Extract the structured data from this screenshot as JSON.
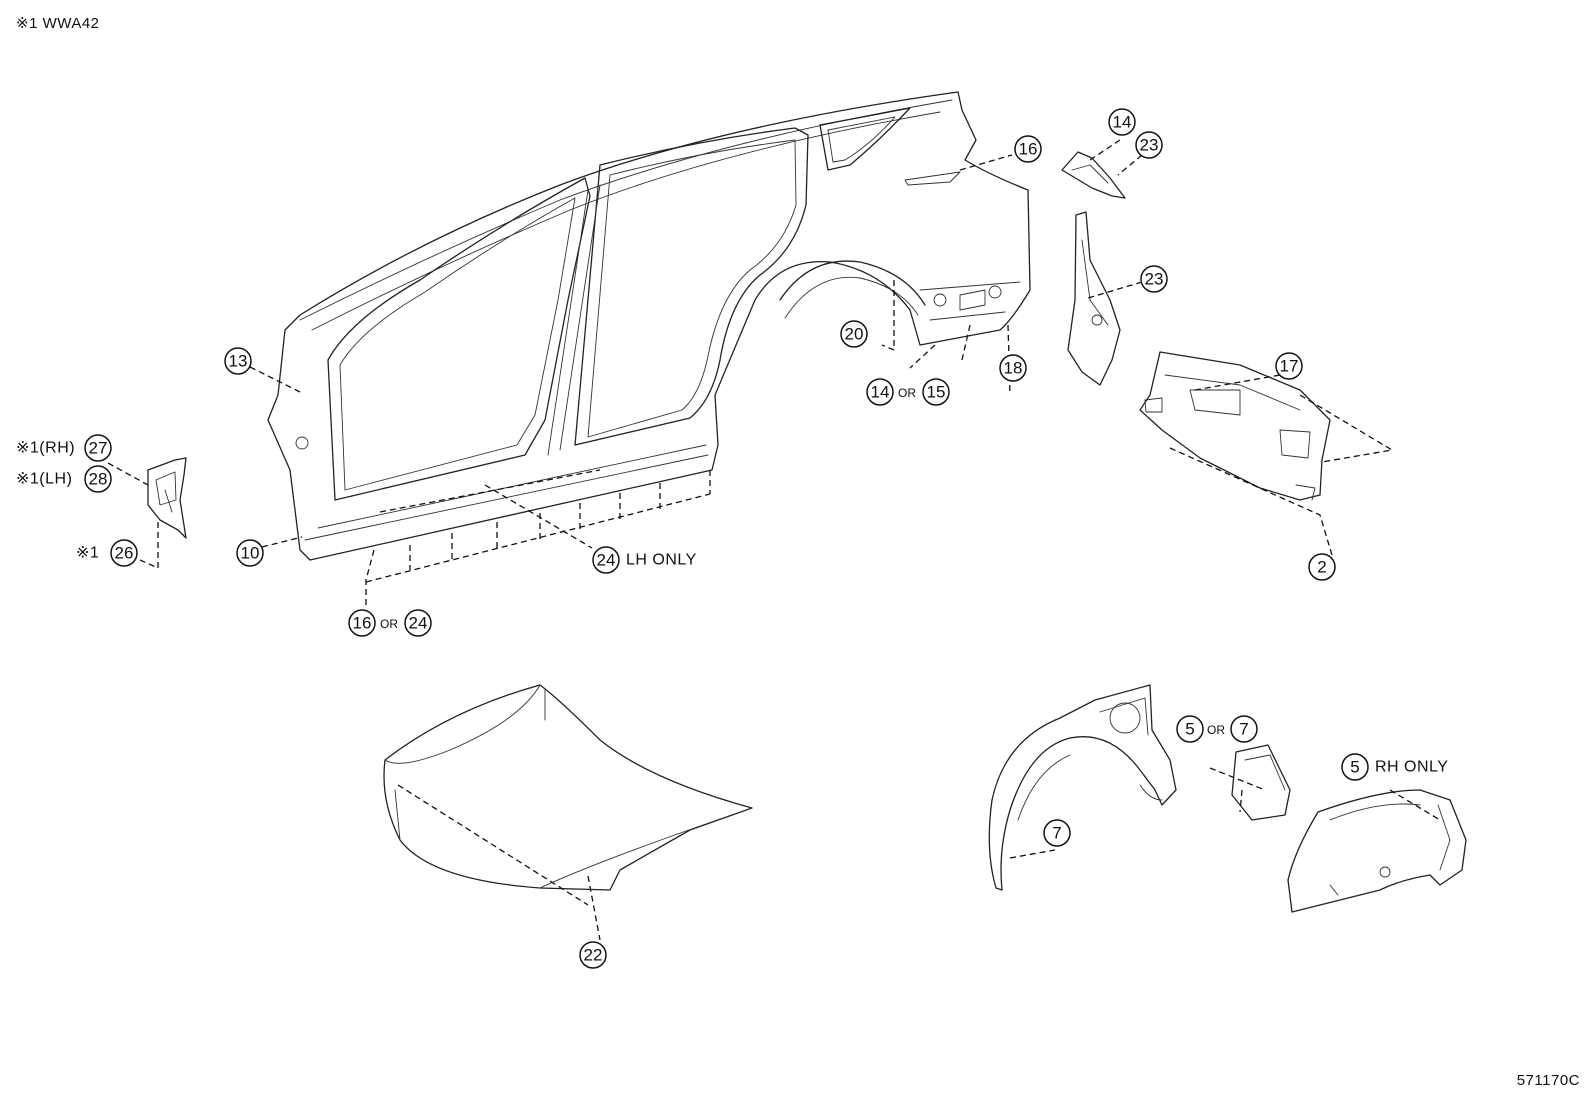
{
  "header_note": "※1 WWA42",
  "figure_code": "571170C",
  "words": {
    "or": "OR",
    "lh_only": "LH ONLY",
    "rh_only": "RH ONLY",
    "note_mark": "※1",
    "rh": "※1(RH)",
    "lh": "※1(LH)"
  },
  "callouts": {
    "c2": "2",
    "c5a": "5",
    "c5b": "5",
    "c7a": "7",
    "c7b": "7",
    "c10": "10",
    "c13": "13",
    "c14a": "14",
    "c14b": "14",
    "c15": "15",
    "c16a": "16",
    "c16b": "16",
    "c17": "17",
    "c18": "18",
    "c20": "20",
    "c22": "22",
    "c23a": "23",
    "c23b": "23",
    "c24a": "24",
    "c24b": "24",
    "c26": "26",
    "c27": "27",
    "c28": "28"
  }
}
